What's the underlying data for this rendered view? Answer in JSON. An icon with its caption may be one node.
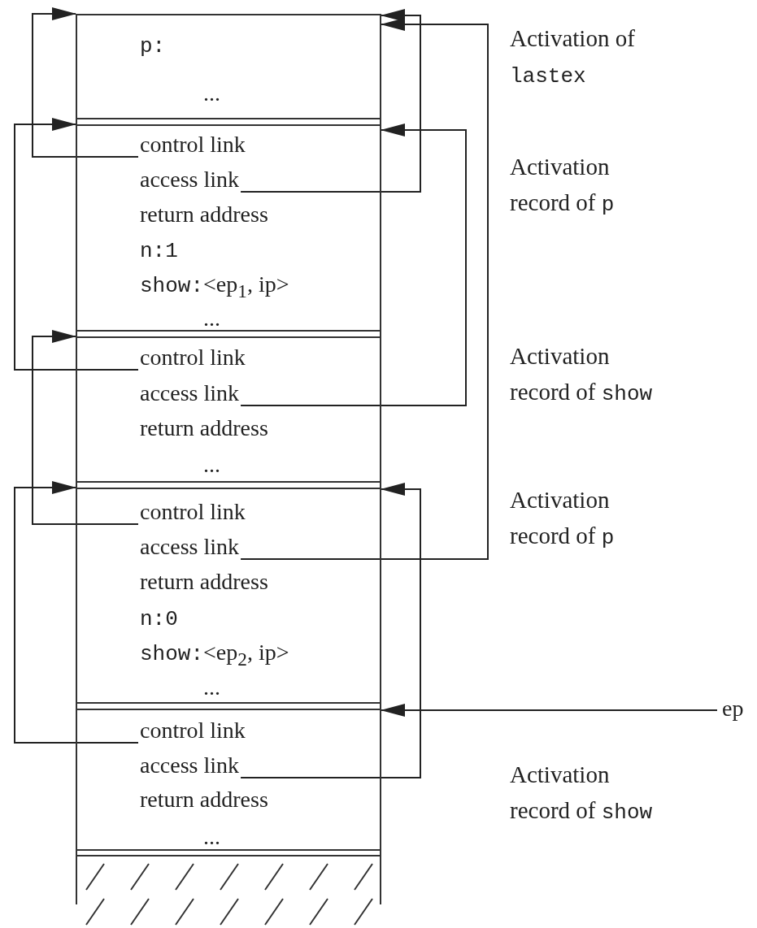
{
  "diagram": {
    "nodes": [
      {
        "text": [
          "p:",
          "..."
        ]
      },
      {
        "text": [
          "return address",
          "n:1",
          "show:<ep$_{1}$, ip>",
          "..."
        ]
      },
      {
        "text": [
          "control link"
        ],
        "in": 1
      },
      {
        "text": [
          "access link"
        ],
        "in": 1
      },
      {
        "text": [
          "return address",
          "..."
        ]
      },
      {
        "text": [
          "control link"
        ],
        "in": 4
      },
      {
        "text": [
          "access link"
        ],
        "in": 4
      },
      {
        "text": [
          "return address",
          "n:0",
          "show:<ep$_{2}$, ip>",
          "..."
        ]
      },
      {
        "text": [
          "control link"
        ],
        "in": 7
      },
      {
        "text": [
          "access link"
        ],
        "in": 7
      },
      {
        "text": [
          "return address",
          "..."
        ]
      },
      {
        "text": [
          "control link"
        ],
        "in": 10
      },
      {
        "text": [
          "access link"
        ],
        "in": 10
      },
      {
        "text": [
          "ep"
        ]
      }
    ],
    "edges": [
      {
        "from": 2,
        "to": 0,
        "arrow": "to"
      },
      {
        "from": 3,
        "to": 0,
        "arrow": "to"
      },
      {
        "from": 5,
        "to": 1,
        "arrow": "to"
      },
      {
        "from": 6,
        "to": 1,
        "arrow": "to"
      },
      {
        "from": 8,
        "to": 4,
        "arrow": "to"
      },
      {
        "from": 9,
        "to": 0,
        "arrow": "to"
      },
      {
        "from": 11,
        "to": 7,
        "arrow": "to"
      },
      {
        "from": 12,
        "to": 7,
        "arrow": "to"
      },
      {
        "from": 13,
        "to": 10,
        "arrow": "to"
      }
    ],
    "labels": [
      "Activation of lastex",
      "Activation record of p",
      "Activation record of show",
      "Activation record of p",
      "Activation record of show"
    ]
  }
}
